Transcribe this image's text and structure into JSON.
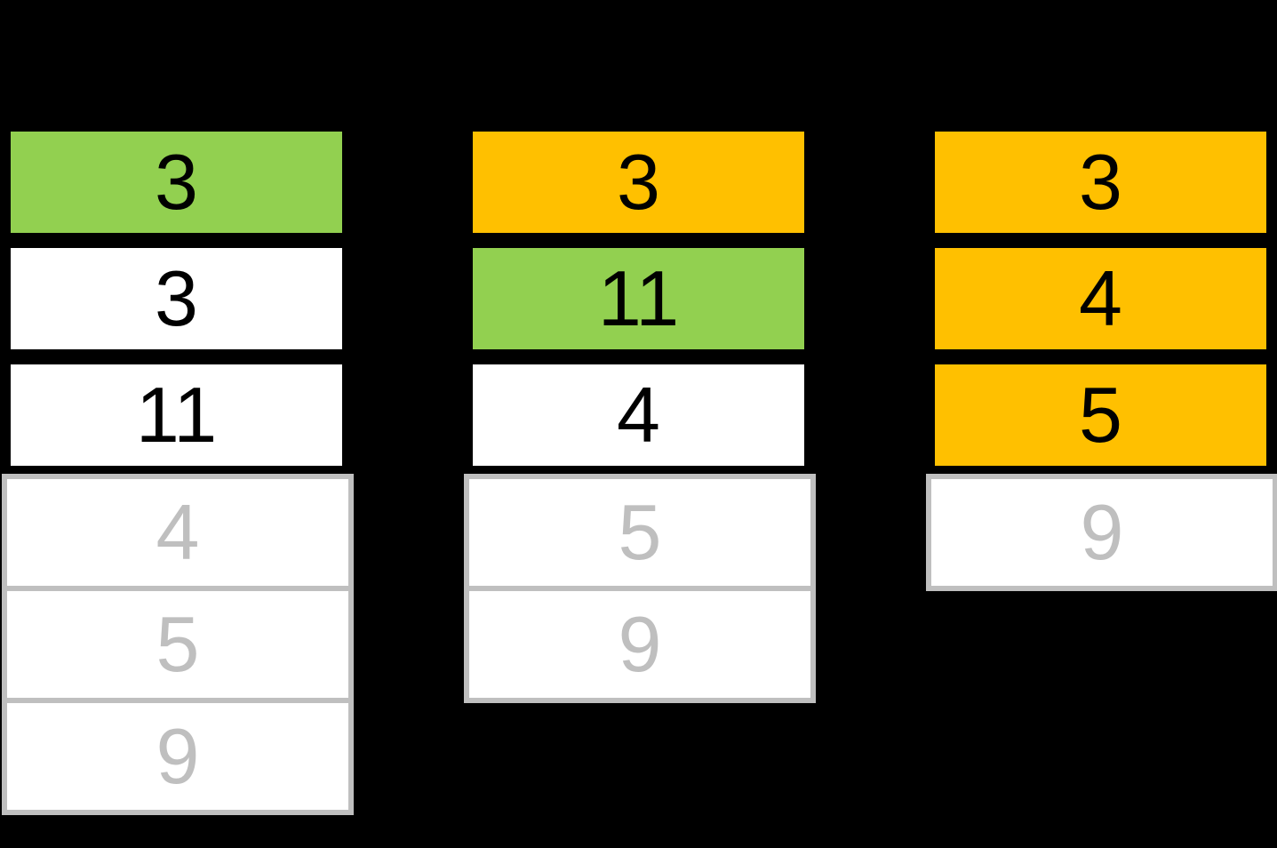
{
  "canvas": {
    "background": "#000000"
  },
  "palette": {
    "green": "#92D050",
    "orange": "#FFC000",
    "faded": "#BFBFBF",
    "active_border": "#000000",
    "active_text": "#000000",
    "cell_background": "#FFFFFF"
  },
  "columns": [
    {
      "id": "column-1",
      "active": [
        {
          "value": "3",
          "color": "green"
        },
        {
          "value": "3",
          "color": "white"
        },
        {
          "value": "11",
          "color": "white"
        }
      ],
      "pending": [
        {
          "value": "4"
        },
        {
          "value": "5"
        },
        {
          "value": "9"
        }
      ]
    },
    {
      "id": "column-2",
      "active": [
        {
          "value": "3",
          "color": "orange"
        },
        {
          "value": "11",
          "color": "green"
        },
        {
          "value": "4",
          "color": "white"
        }
      ],
      "pending": [
        {
          "value": "5"
        },
        {
          "value": "9"
        }
      ]
    },
    {
      "id": "column-3",
      "active": [
        {
          "value": "3",
          "color": "orange"
        },
        {
          "value": "4",
          "color": "orange"
        },
        {
          "value": "5",
          "color": "orange"
        }
      ],
      "pending": [
        {
          "value": "9"
        }
      ]
    }
  ]
}
